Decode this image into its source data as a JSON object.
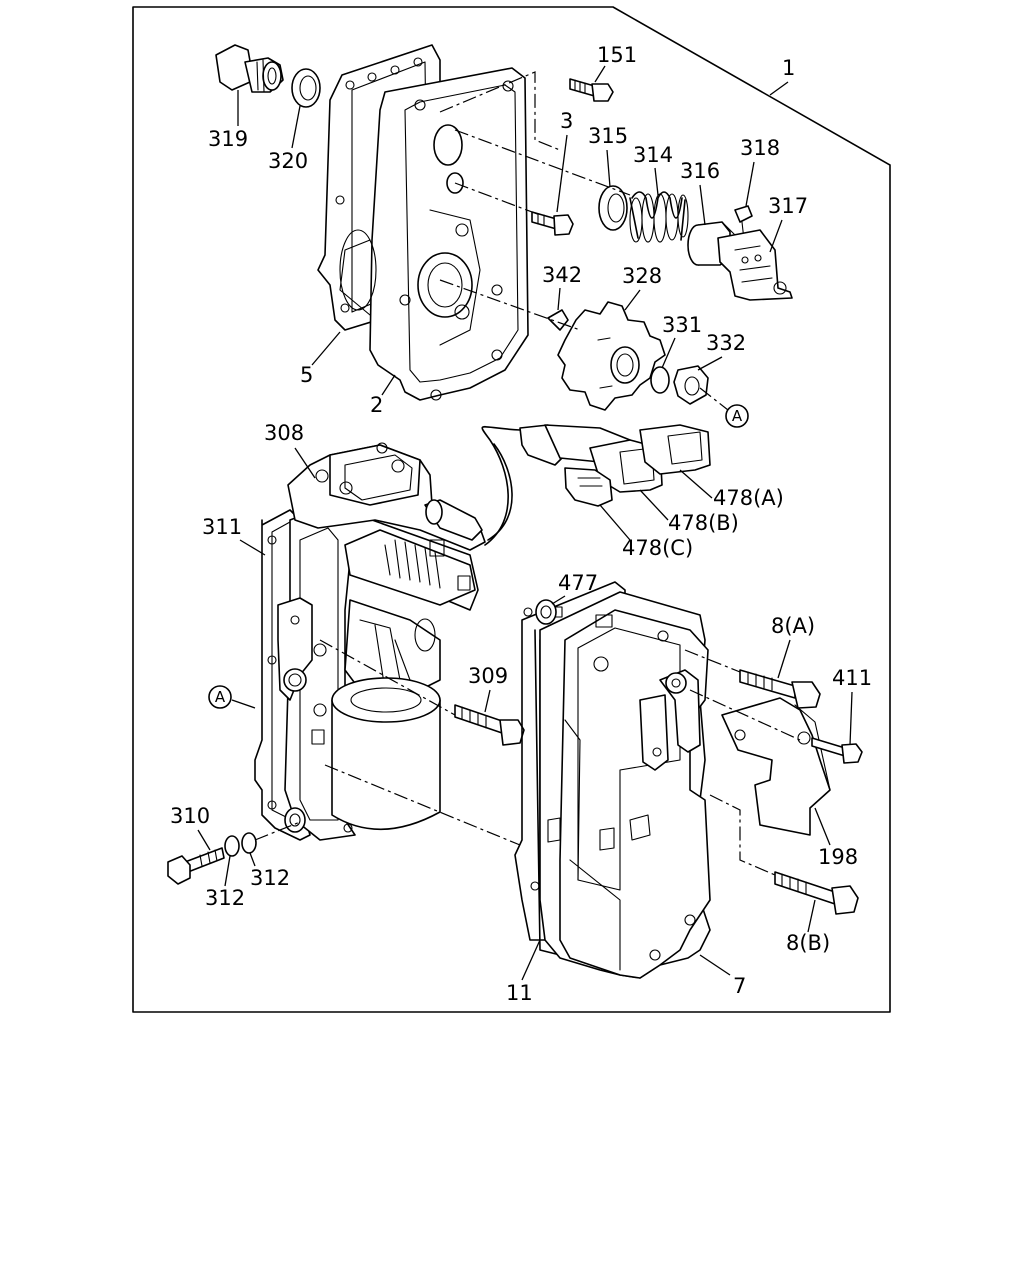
{
  "diagram": {
    "callouts": {
      "c1": "1",
      "c2": "2",
      "c3": "3",
      "c5": "5",
      "c7": "7",
      "c8a": "8(A)",
      "c8b": "8(B)",
      "c11": "11",
      "c151": "151",
      "c198": "198",
      "c308": "308",
      "c309": "309",
      "c310": "310",
      "c311": "311",
      "c312a": "312",
      "c312b": "312",
      "c314": "314",
      "c315": "315",
      "c316": "316",
      "c317": "317",
      "c318": "318",
      "c319": "319",
      "c320": "320",
      "c328": "328",
      "c331": "331",
      "c332": "332",
      "c342": "342",
      "c411": "411",
      "c477": "477",
      "c478a": "478(A)",
      "c478b": "478(B)",
      "c478c": "478(C)"
    },
    "refs": {
      "ref_a_top": "A",
      "ref_a_left": "A"
    }
  }
}
